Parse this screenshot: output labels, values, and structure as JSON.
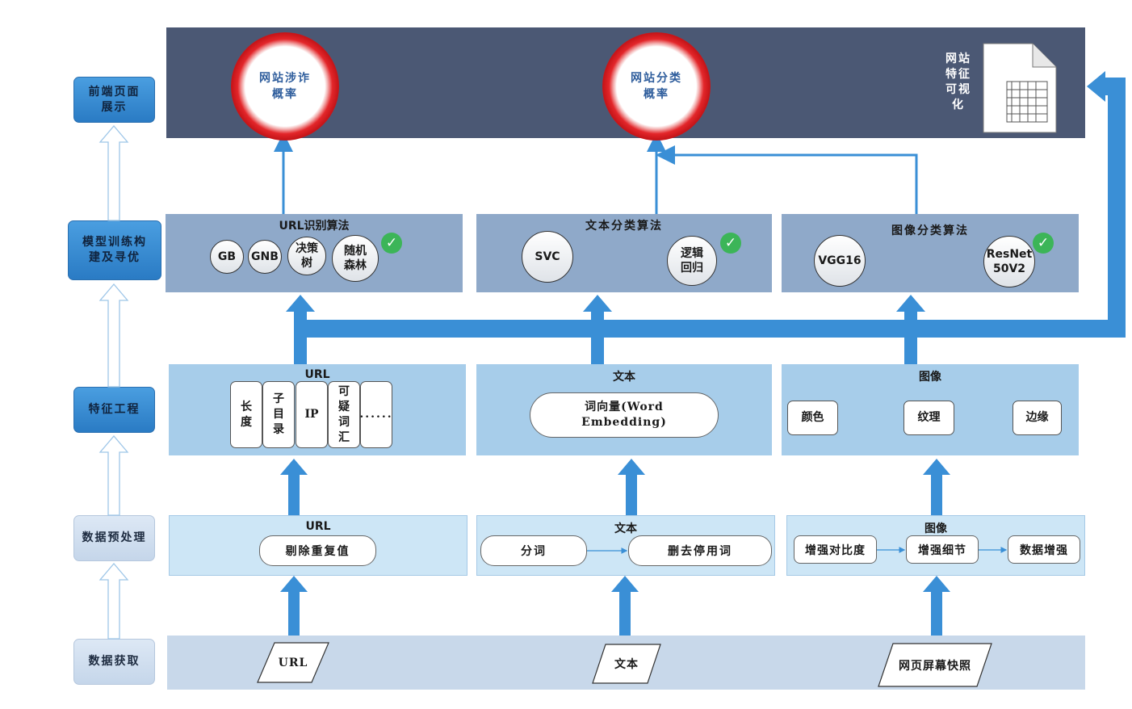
{
  "stages": {
    "frontend": "前端页面展示",
    "model": "模型训练构建及寻优",
    "feature": "特征工程",
    "preprocess": "数据预处理",
    "acquire": "数据获取"
  },
  "top": {
    "fraud_prob": "网站涉诈概率",
    "class_prob": "网站分类概率",
    "visualize": "网站特征可视化"
  },
  "model": {
    "url": {
      "title": "URL识别算法",
      "algos": [
        "GB",
        "GNB",
        "决策树",
        "随机森林"
      ]
    },
    "text": {
      "title": "文本分类算法",
      "algos": [
        "SVC",
        "逻辑回归"
      ]
    },
    "image": {
      "title": "图像分类算法",
      "algos": [
        "VGG16",
        "ResNet50V2"
      ]
    }
  },
  "feature": {
    "url": {
      "title": "URL",
      "items": [
        "长度",
        "子目录",
        "IP",
        "可疑词汇",
        "......"
      ]
    },
    "text": {
      "title": "文本",
      "item": "词向量(Word Embedding)"
    },
    "image": {
      "title": "图像",
      "items": [
        "颜色",
        "纹理",
        "边缘"
      ]
    }
  },
  "preprocess": {
    "url": {
      "title": "URL",
      "steps": [
        "剔除重复值"
      ]
    },
    "text": {
      "title": "文本",
      "steps": [
        "分词",
        "删去停用词"
      ]
    },
    "image": {
      "title": "图像",
      "steps": [
        "增强对比度",
        "增强细节",
        "数据增强"
      ]
    }
  },
  "acquire": {
    "sources": [
      "URL",
      "文本",
      "网页屏幕快照"
    ]
  },
  "colors": {
    "header": "#4b5874",
    "arrow": "#3a8fd6",
    "model_panel": "#8fa9c9",
    "feature_panel": "#a7cdea",
    "preprocess_panel": "#cde6f6",
    "acquire_band": "#c8d8ea",
    "check": "#3cb558"
  }
}
